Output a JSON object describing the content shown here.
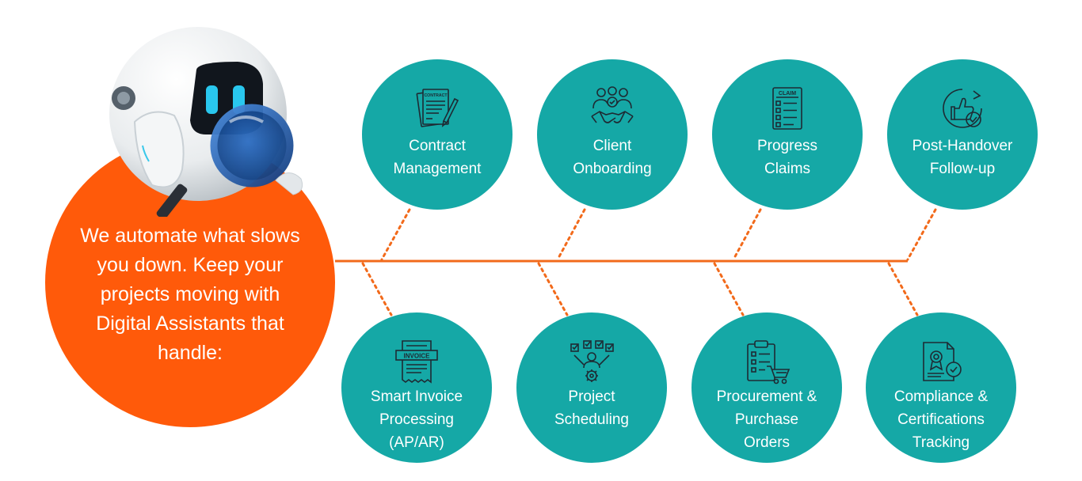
{
  "colors": {
    "accent": "#ff5a0a",
    "teal": "#15a8a6",
    "connector": "#f26a1b",
    "text": "#ffffff"
  },
  "hero": {
    "text": "We automate what slows\nyou down. Keep your\nprojects moving with\nDigital Assistants that\nhandle:"
  },
  "nodes": {
    "top": [
      {
        "label": "Contract\nManagement",
        "icon": "contract-document-icon",
        "icon_text": "CONTRACT"
      },
      {
        "label": "Client\nOnboarding",
        "icon": "handshake-icon"
      },
      {
        "label": "Progress\nClaims",
        "icon": "claim-checklist-icon",
        "icon_text": "CLAIM"
      },
      {
        "label": "Post-Handover\nFollow-up",
        "icon": "thumbs-up-cycle-icon"
      }
    ],
    "bottom": [
      {
        "label": "Smart Invoice\nProcessing\n(AP/AR)",
        "icon": "invoice-icon",
        "icon_text": "INVOICE"
      },
      {
        "label": "Project\nScheduling",
        "icon": "tasks-gear-icon"
      },
      {
        "label": "Procurement &\nPurchase\nOrders",
        "icon": "clipboard-cart-icon"
      },
      {
        "label": "Compliance &\nCertifications\nTracking",
        "icon": "certificate-badge-icon"
      }
    ]
  }
}
